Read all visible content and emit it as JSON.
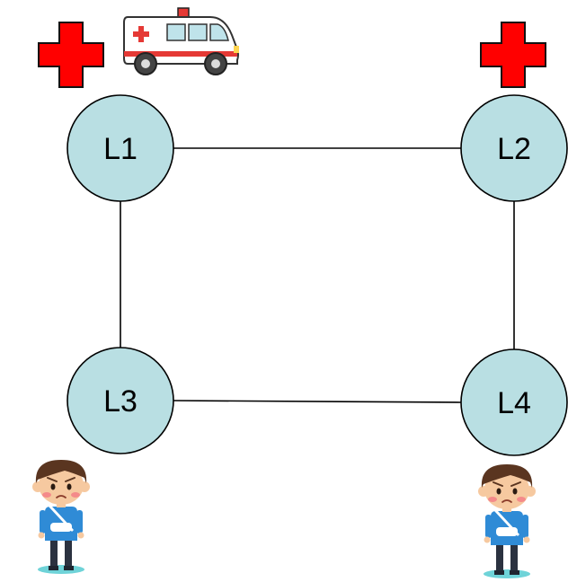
{
  "diagram": {
    "nodes": [
      {
        "id": "L1",
        "label": "L1"
      },
      {
        "id": "L2",
        "label": "L2"
      },
      {
        "id": "L3",
        "label": "L3"
      },
      {
        "id": "L4",
        "label": "L4"
      }
    ],
    "edges": [
      {
        "from": "L1",
        "to": "L2"
      },
      {
        "from": "L1",
        "to": "L3"
      },
      {
        "from": "L2",
        "to": "L4"
      },
      {
        "from": "L3",
        "to": "L4"
      }
    ],
    "icons": {
      "hospital_L1": "red-cross-icon",
      "hospital_L2": "red-cross-icon",
      "ambulance_L1": "ambulance-icon",
      "patient_L3": "injured-person-icon",
      "patient_L4": "injured-person-icon"
    },
    "colors": {
      "node_fill": "#b9dfe3",
      "node_stroke": "#000000",
      "edge": "#000000",
      "cross": "#ff0000"
    }
  }
}
